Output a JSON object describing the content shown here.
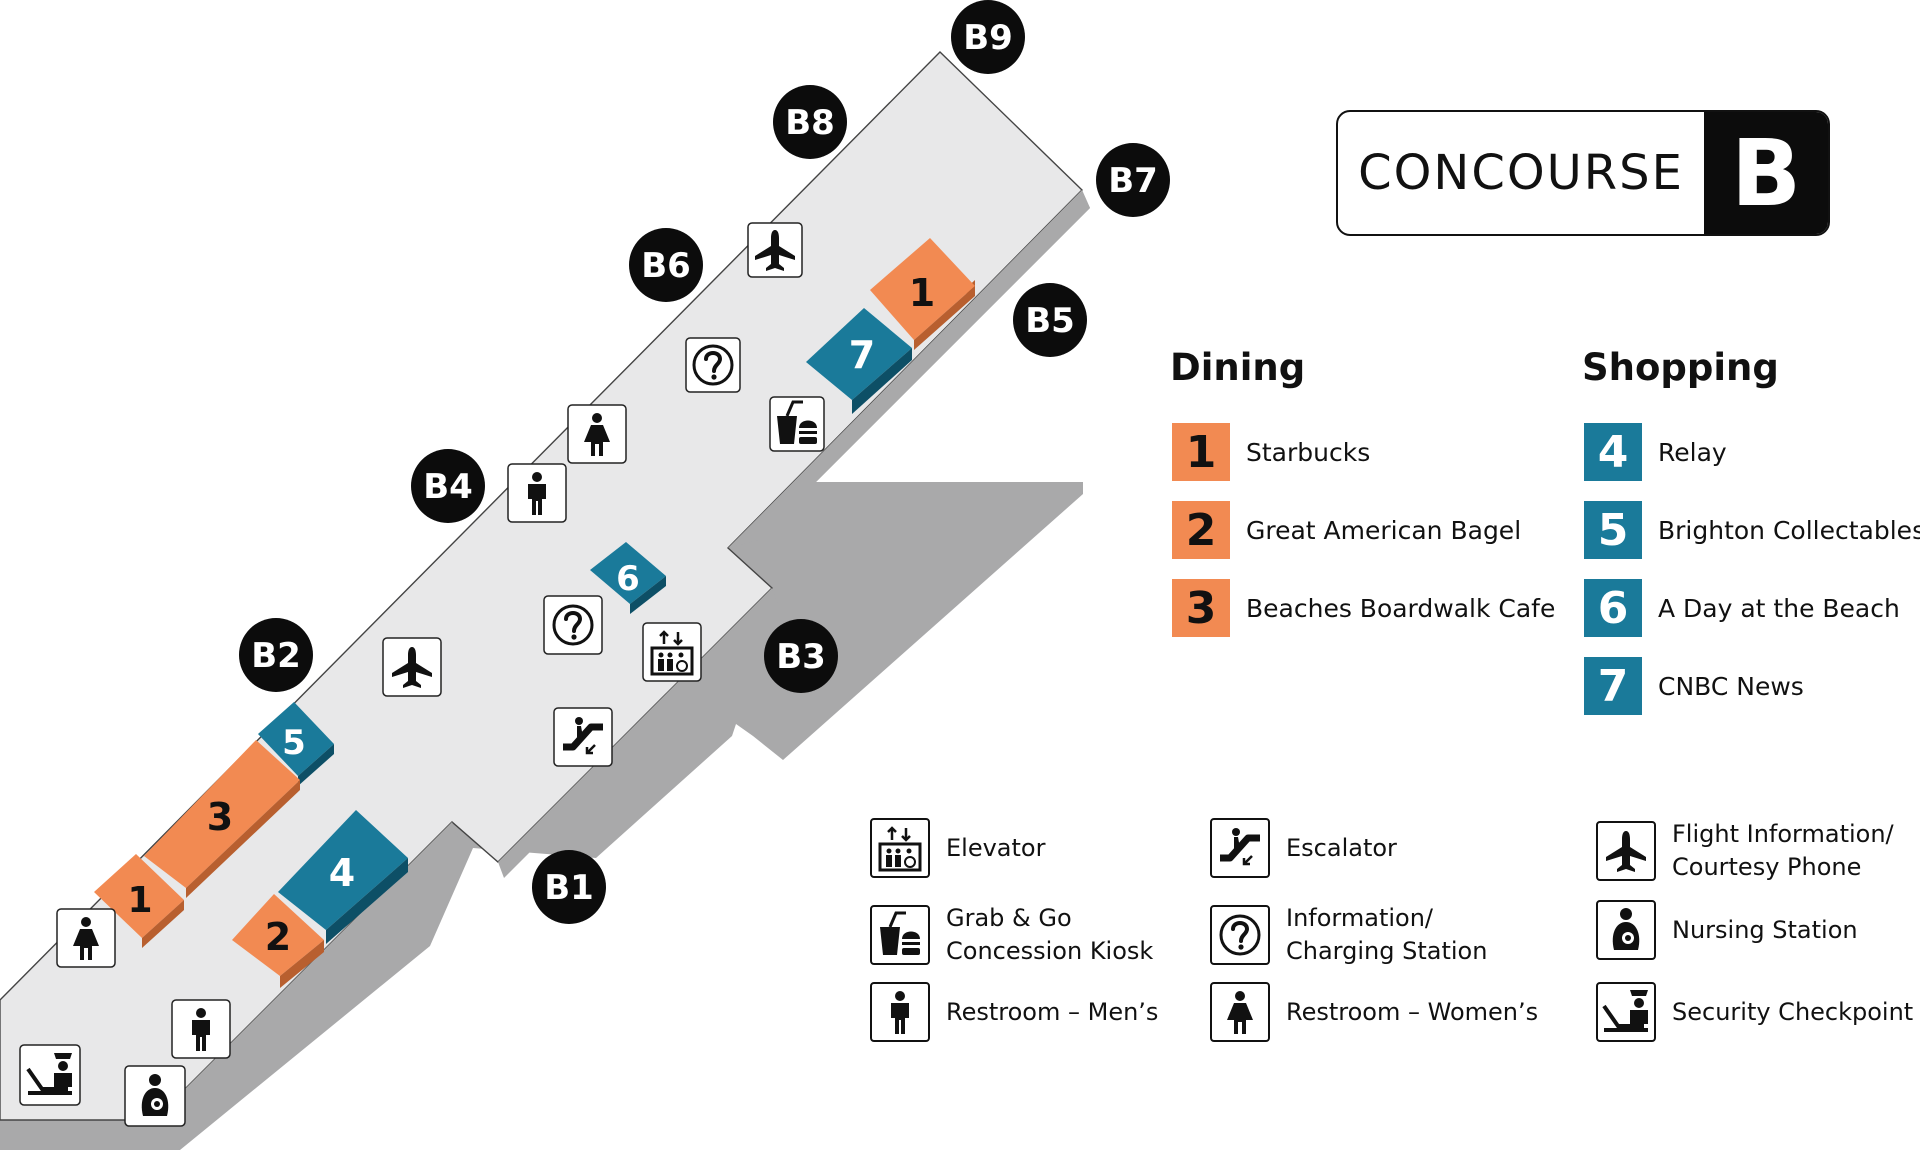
{
  "concourse": {
    "word": "CONCOURSE",
    "letter": "B"
  },
  "gates": [
    "B1",
    "B2",
    "B3",
    "B4",
    "B5",
    "B6",
    "B7",
    "B8",
    "B9"
  ],
  "dining": {
    "heading": "Dining",
    "items": [
      {
        "num": "1",
        "name": "Starbucks"
      },
      {
        "num": "2",
        "name": "Great American Bagel"
      },
      {
        "num": "3",
        "name": "Beaches Boardwalk Cafe"
      }
    ]
  },
  "shopping": {
    "heading": "Shopping",
    "items": [
      {
        "num": "4",
        "name": "Relay"
      },
      {
        "num": "5",
        "name": "Brighton Collectables"
      },
      {
        "num": "6",
        "name": "A Day at the Beach"
      },
      {
        "num": "7",
        "name": "CNBC News"
      }
    ]
  },
  "amenities": {
    "elevator": {
      "line1": "Elevator",
      "line2": ""
    },
    "grab_go": {
      "line1": "Grab & Go",
      "line2": "Concession Kiosk"
    },
    "restroom_men": {
      "line1": "Restroom – Men’s",
      "line2": ""
    },
    "escalator": {
      "line1": "Escalator",
      "line2": ""
    },
    "information": {
      "line1": "Information/",
      "line2": "Charging Station"
    },
    "restroom_women": {
      "line1": "Restroom – Women’s",
      "line2": ""
    },
    "flight_info": {
      "line1": "Flight Information/",
      "line2": "Courtesy Phone"
    },
    "nursing": {
      "line1": "Nursing Station",
      "line2": ""
    },
    "security": {
      "line1": "Security Checkpoint",
      "line2": ""
    }
  },
  "colors": {
    "dining": "#f28a52",
    "shopping": "#1a7a9a",
    "floor": "#e8e8e9",
    "wall": "#a9a9aa",
    "gate": "#0c0c0c"
  },
  "icons": [
    "elevator-icon",
    "grab-go-icon",
    "restroom-men-icon",
    "escalator-icon",
    "information-icon",
    "restroom-women-icon",
    "airplane-icon",
    "nursing-icon",
    "security-icon"
  ]
}
